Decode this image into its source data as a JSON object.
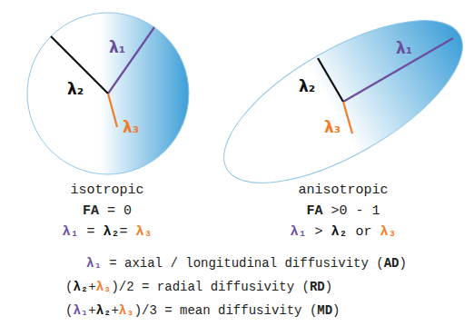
{
  "diagram": {
    "nodes": [
      {
        "text": [
          "λ₁",
          "λ₂",
          "λ₃"
        ]
      },
      {
        "text": [
          "λ₁",
          "λ₂",
          "λ₃"
        ]
      }
    ],
    "labels": [
      "isotropic",
      "FA",
      " = 0",
      "λ₁",
      " = ",
      "λ₂",
      "= ",
      "λ₃",
      "anisotropic",
      "FA",
      " >0 - 1",
      "λ₁",
      " > ",
      "λ₂",
      " or ",
      "λ₃",
      "λ₁",
      " = axial / longitudinal diffusivity (",
      "AD",
      ")",
      "(",
      "λ₂",
      "+",
      "λ₃",
      ")/2 = radial diffusivity (",
      "RD",
      ")",
      "(",
      "λ₁",
      "+",
      "λ₂",
      "+",
      "λ₃",
      ")/3 = mean diffusivity (",
      "MD",
      ")"
    ]
  }
}
